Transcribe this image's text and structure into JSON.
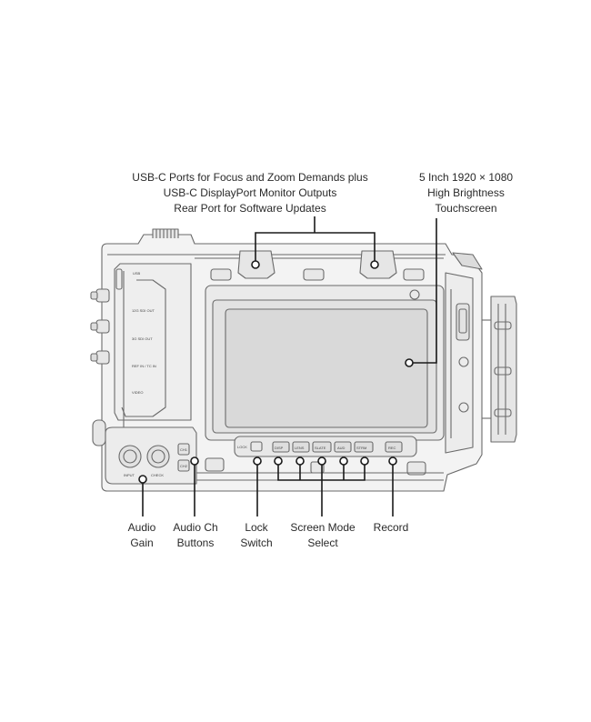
{
  "callouts": {
    "usb_ports": [
      "USB-C Ports for Focus and Zoom Demands plus",
      "USB-C DisplayPort Monitor Outputs",
      "Rear Port for Software Updates"
    ],
    "touchscreen": [
      "5 Inch 1920 × 1080",
      "High Brightness",
      "Touchscreen"
    ],
    "audio_gain": [
      "Audio",
      "Gain"
    ],
    "audio_ch_buttons": [
      "Audio Ch",
      "Buttons"
    ],
    "lock_switch": [
      "Lock",
      "Switch"
    ],
    "screen_mode_select": [
      "Screen Mode",
      "Select"
    ],
    "record": [
      "Record"
    ]
  },
  "camera_labels": {
    "usb": "USB",
    "sdi_out_12g": "12G SDI OUT",
    "sdi_out_3g": "3G SDI OUT",
    "ref_in": "REF IN / TC IN",
    "video": "VIDEO",
    "lock": "LOCK",
    "input": "INPUT",
    "check": "CHECK",
    "buttons": [
      "DISP",
      "LENS",
      "SLATE",
      "AUD",
      "STRM"
    ],
    "rec": "REC",
    "ch1": "CH1",
    "ch2": "CH2"
  },
  "colors": {
    "outline": "#6a6a6a",
    "leader": "#1a1a1a",
    "body_fill": "#ececec",
    "screen_fill": "#d9d9d9"
  }
}
